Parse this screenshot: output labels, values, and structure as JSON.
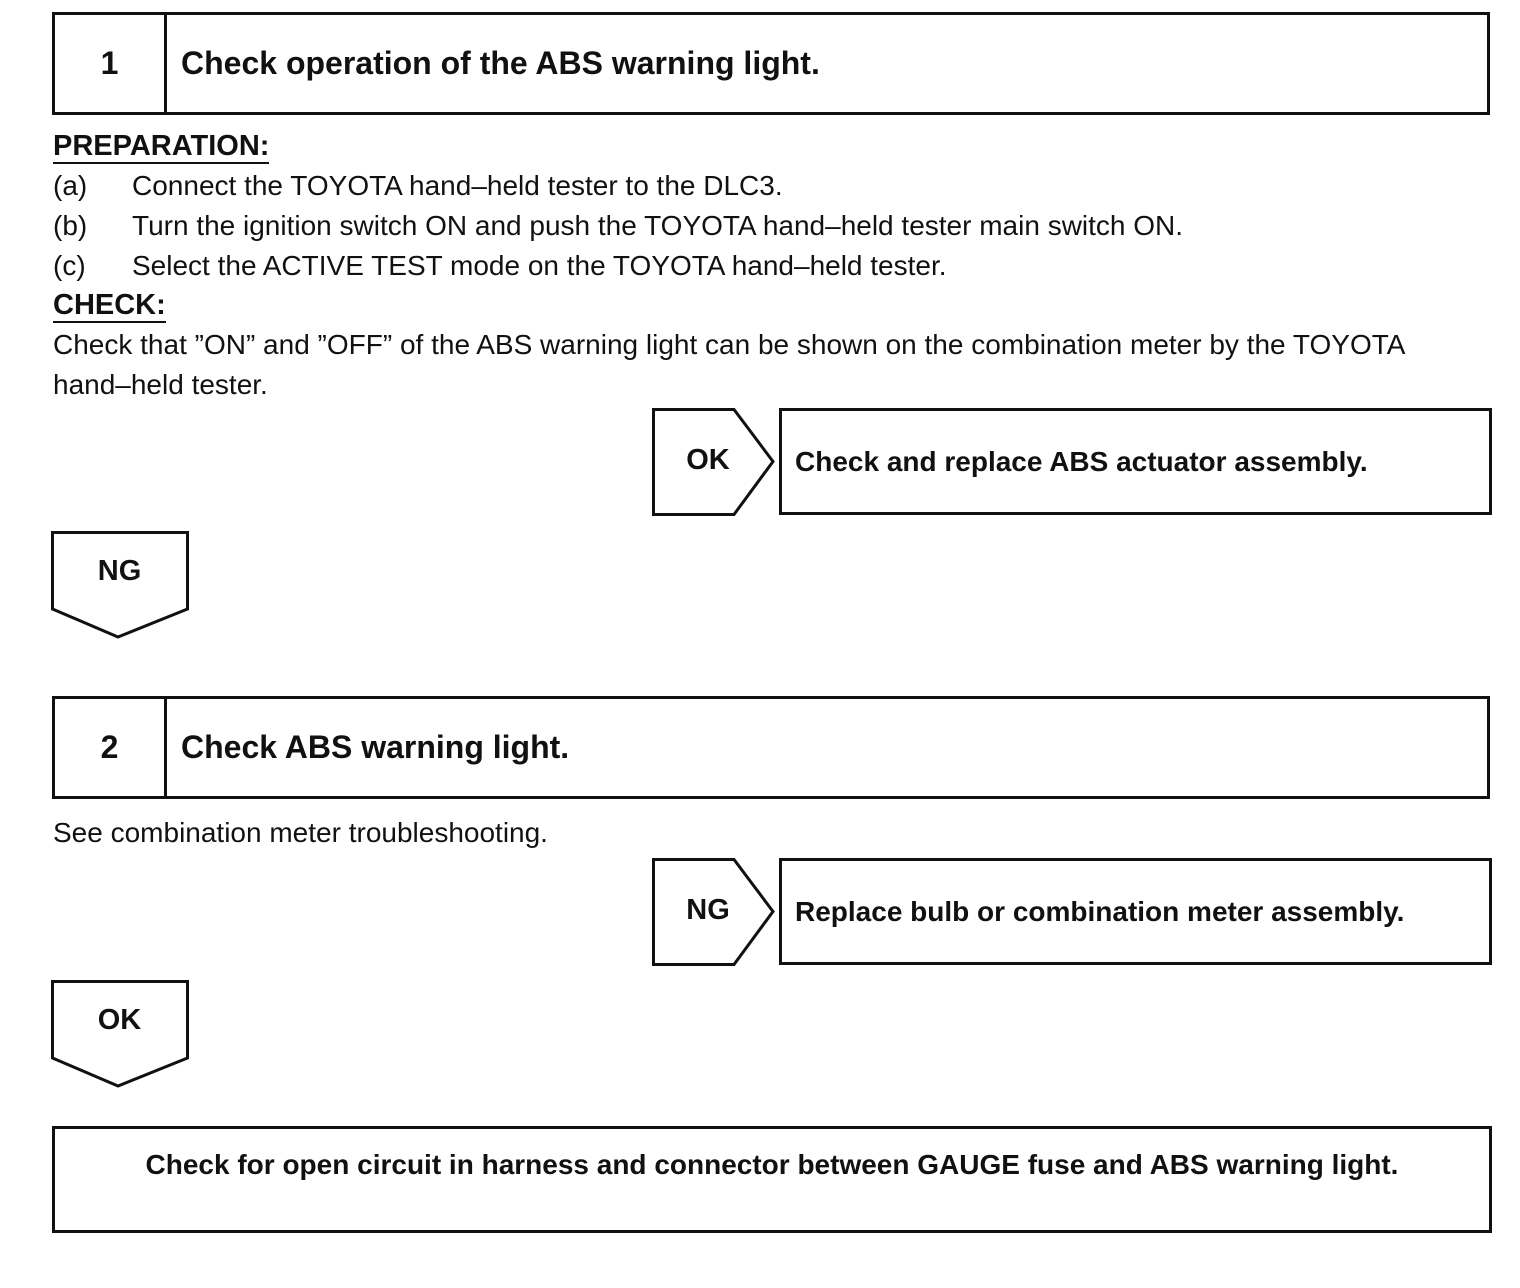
{
  "step1": {
    "number": "1",
    "title": "Check operation of the ABS warning light."
  },
  "preparation": {
    "heading": "PREPARATION:",
    "items": [
      {
        "label": "(a)",
        "text": "Connect the TOYOTA hand–held tester to the DLC3."
      },
      {
        "label": "(b)",
        "text": "Turn the ignition switch ON and push the TOYOTA hand–held tester main switch ON."
      },
      {
        "label": "(c)",
        "text": "Select the ACTIVE TEST mode on the TOYOTA hand–held tester."
      }
    ]
  },
  "check": {
    "heading": "CHECK:",
    "text": "Check that ”ON” and ”OFF” of the ABS warning light can be shown on the combination meter by the TOYOTA hand–held tester."
  },
  "result1": {
    "arrow_label": "OK",
    "action": "Check and replace ABS actuator assembly."
  },
  "down1": {
    "label": "NG"
  },
  "step2": {
    "number": "2",
    "title": "Check ABS warning light."
  },
  "step2_note": "See combination meter troubleshooting.",
  "result2": {
    "arrow_label": "NG",
    "action": "Replace bulb or combination meter assembly."
  },
  "down2": {
    "label": "OK"
  },
  "final": {
    "text": "Check for open circuit in harness and connector between GAUGE fuse and ABS warning light."
  }
}
